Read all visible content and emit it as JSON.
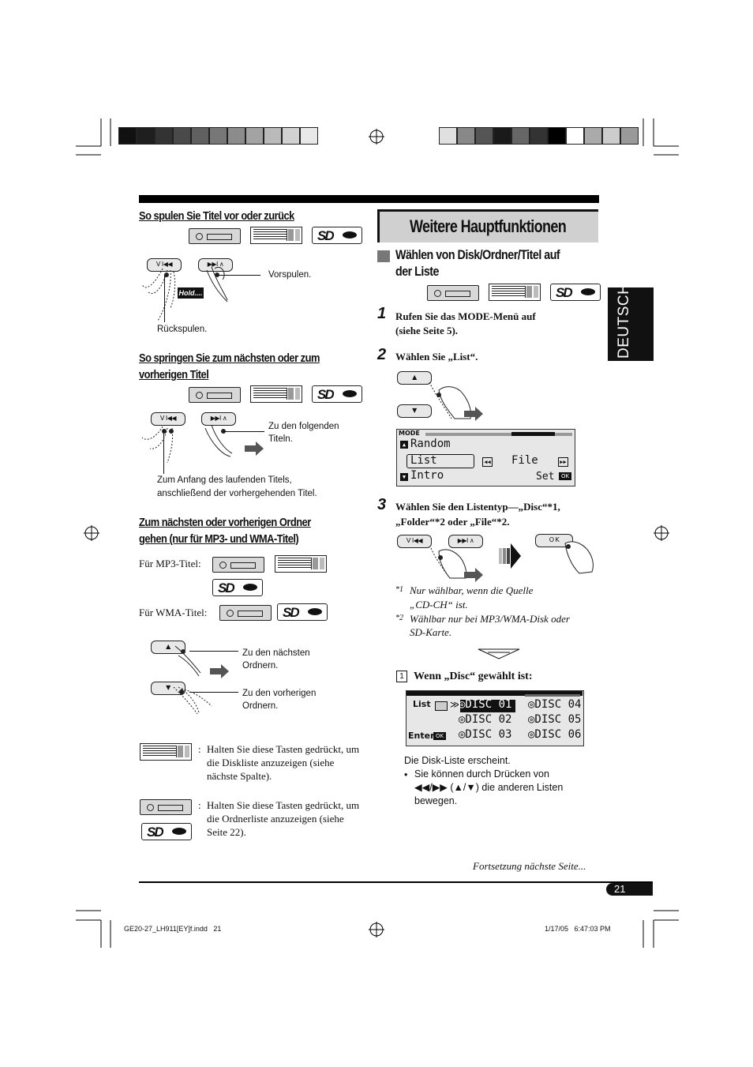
{
  "left": {
    "sec1_title": "So spulen Sie Titel vor oder zurück",
    "sec1_forward": "Vorspulen.",
    "sec1_hold": "Hold....",
    "sec1_backward": "Rückspulen.",
    "sec2_title_l1": "So springen Sie zum nächsten oder zum",
    "sec2_title_l2": "vorherigen Titel",
    "sec2_next": "Zu den folgenden Titeln.",
    "sec2_prev_l1": "Zum Anfang des laufenden Titels,",
    "sec2_prev_l2": "anschließend der vorhergehenden Titel.",
    "sec3_title_l1": "Zum nächsten oder vorherigen Ordner",
    "sec3_title_l2": "gehen (nur für MP3- und WMA-Titel)",
    "mp3_label": "Für MP3-Titel:",
    "wma_label": "Für WMA-Titel:",
    "folder_next": "Zu den nächsten Ordnern.",
    "folder_prev": "Zu den vorherigen Ordnern.",
    "note1": "Halten Sie diese Tasten gedrückt, um die Diskliste anzuzeigen (siehe nächste Spalte).",
    "note2": "Halten Sie diese Tasten gedrückt, um die Ordnerliste anzuzeigen (siehe Seite 22).",
    "colon": ":"
  },
  "right": {
    "main_title": "Weitere Hauptfunktionen",
    "sub_title_l1": "Wählen von Disk/Ordner/Titel auf",
    "sub_title_l2": "der Liste",
    "step1_num": "1",
    "step1_l1": "Rufen Sie das MODE-Menü auf",
    "step1_l2": "(siehe Seite 5).",
    "step2_num": "2",
    "step2": "Wählen Sie „List“.",
    "step3_num": "3",
    "step3_l1": "Wählen Sie den Listentyp—„Disc“*1,",
    "step3_l2": "„Folder“*2 oder „File“*2.",
    "fn1_mark": "*1",
    "fn1_l1": "Nur wählbar, wenn die Quelle",
    "fn1_l2": "„CD-CH“ ist.",
    "fn2_mark": "*2",
    "fn2_l1": "Wählbar nur bei MP3/WMA-Disk oder",
    "fn2_l2": "SD-Karte.",
    "case_num": "1",
    "case_title": "Wenn „Disc“ gewählt ist:",
    "result": "Die Disk-Liste erscheint.",
    "bullet_l1": "Sie können durch Drücken von",
    "bullet_l2": "◀◀/▶▶ (▲/▼) die anderen Listen",
    "bullet_l3": "bewegen.",
    "continued": "Fortsetzung nächste Seite..."
  },
  "lcd_mode": {
    "header": "MODE",
    "random": "Random",
    "list": "List",
    "file": "File",
    "intro": "Intro",
    "set": "Set",
    "ok": "OK"
  },
  "lcd_disc": {
    "list": "List",
    "enter": "Enter",
    "ok": "OK",
    "discs": [
      "DISC 01",
      "DISC 04",
      "DISC 02",
      "DISC 05",
      "DISC 03",
      "DISC 06"
    ]
  },
  "buttons": {
    "prev": "V I◀◀",
    "next": "▶▶I ∧",
    "ok": "O K"
  },
  "side_tab": "DEUTSCH",
  "page_number": "21",
  "footer": {
    "file": "GE20-27_LH911[EY]f.indd   21",
    "date": "1/17/05   6:47:03 PM"
  }
}
